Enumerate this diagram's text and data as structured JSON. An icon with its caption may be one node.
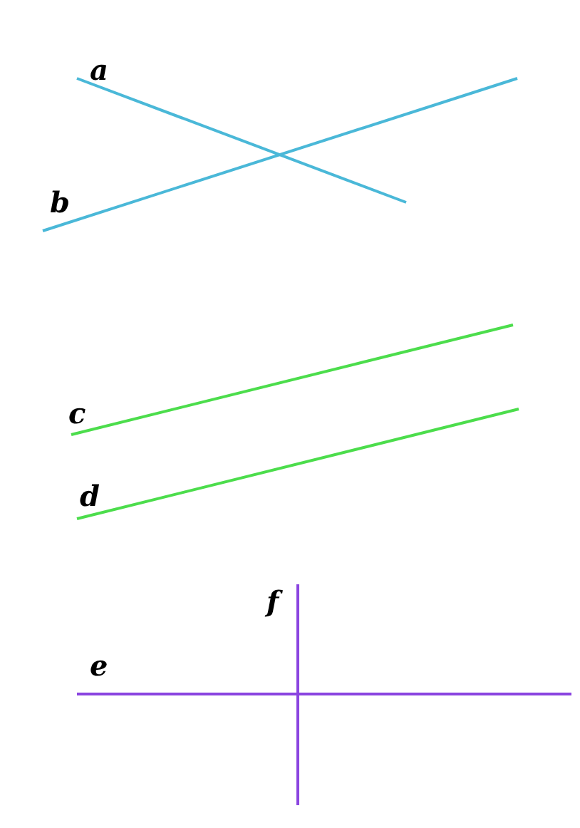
{
  "diagram": {
    "labels": [
      "a",
      "b",
      "c",
      "d",
      "f",
      "e"
    ]
  }
}
